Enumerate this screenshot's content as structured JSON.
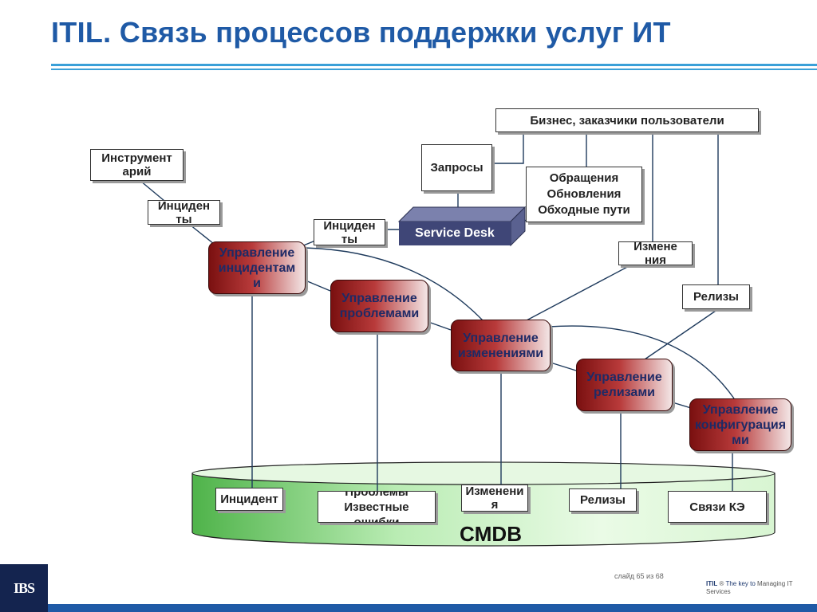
{
  "slide": {
    "title": "ITIL. Связь процессов поддержки услуг ИТ",
    "slide_number": "слайд 65 из 68",
    "logo_text": "IBS",
    "tagline_brand": "ITIL",
    "tagline_reg": "®",
    "tagline_key": "The key to",
    "tagline_rest": "Managing IT Services"
  },
  "colors": {
    "title": "#1f5aa6",
    "accent_rule": "#3aa0d8",
    "process_dark": "#7a1010",
    "cmdb_green": "#7fd07a",
    "service_desk": "#3f4677"
  },
  "diagram": {
    "business": "Бизнес, заказчики пользователи",
    "instrumentary_l1": "Инструмент",
    "instrumentary_l2": "арий",
    "incidents_left_l1": "Инциден",
    "incidents_left_l2": "ты",
    "incidents_mid_l1": "Инциден",
    "incidents_mid_l2": "ты",
    "requests": "Запросы",
    "appeals_l1": "Обращения",
    "appeals_l2": "Обновления",
    "appeals_l3": "Обходные пути",
    "service_desk": "Service Desk",
    "changes_l1": "Измене",
    "changes_l2": "ния",
    "releases": "Релизы",
    "proc_incident_l1": "Управление",
    "proc_incident_l2": "инцидентам",
    "proc_incident_l3": "и",
    "proc_problem_l1": "Управление",
    "proc_problem_l2": "проблемами",
    "proc_change_l1": "Управление",
    "proc_change_l2": "изменениями",
    "proc_release_l1": "Управление",
    "proc_release_l2": "релизами",
    "proc_config_l1": "Управление",
    "proc_config_l2": "конфигурация",
    "proc_config_l3": "ми",
    "cmdb": "CMDB",
    "cmdb_incident": "Инцидент",
    "cmdb_problems_l1": "Проблемы",
    "cmdb_problems_l2": "Известные ошибки",
    "cmdb_changes_l1": "Изменени",
    "cmdb_changes_l2": "я",
    "cmdb_releases": "Релизы",
    "cmdb_ci_links": "Связи КЭ"
  }
}
